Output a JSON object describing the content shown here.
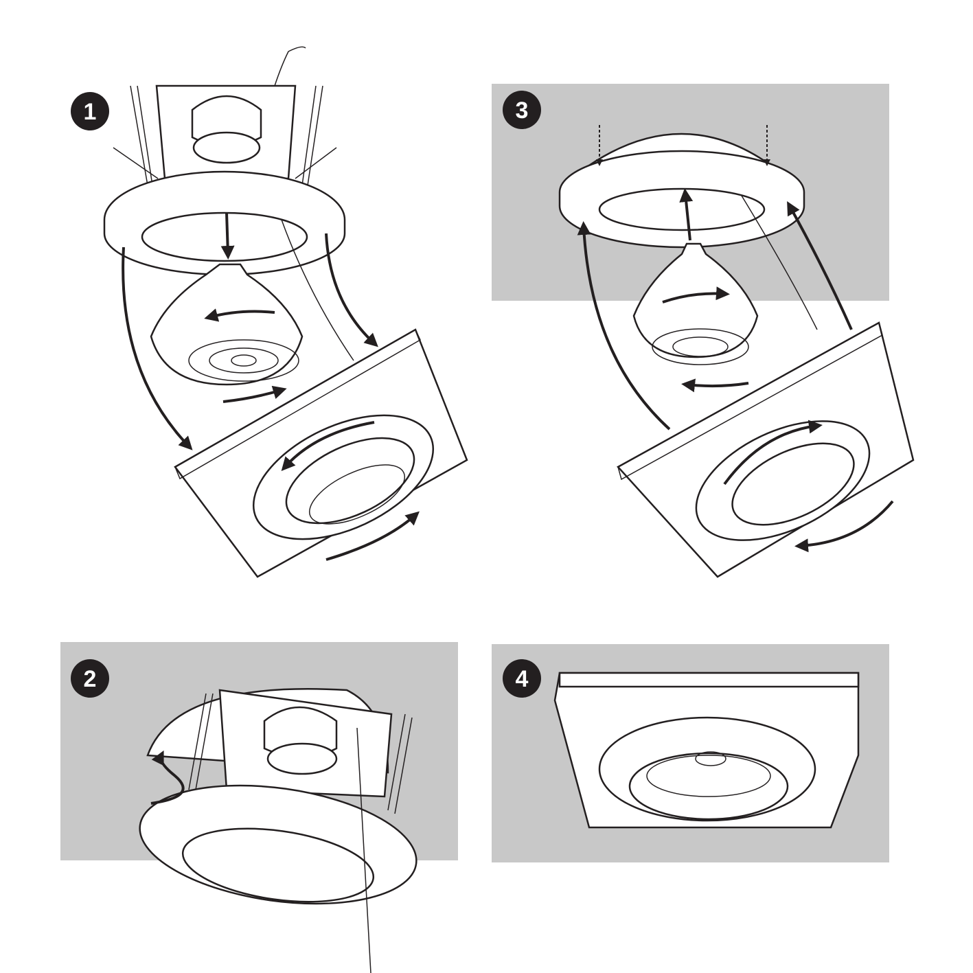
{
  "steps": [
    {
      "number": "1"
    },
    {
      "number": "2"
    },
    {
      "number": "3"
    },
    {
      "number": "4"
    }
  ],
  "colors": {
    "panel_bg": "#c8c8c8",
    "line": "#231f20",
    "badge": "#231f20"
  }
}
